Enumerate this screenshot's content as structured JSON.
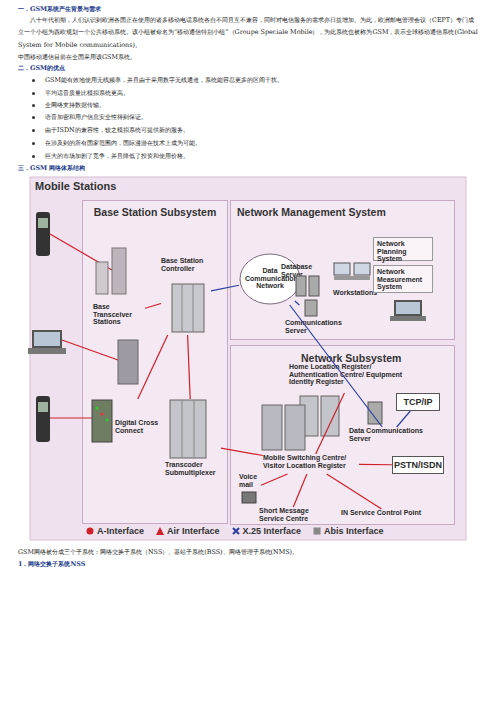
{
  "diagram": {
    "nodes": [
      {
        "text": [
          "Base Station Subsystem"
        ]
      },
      {
        "text": [
          "Base Station Controller"
        ],
        "in": 0
      },
      {
        "text": [
          "Base Transceiver Stations"
        ],
        "in": 0
      },
      {
        "text": [
          "Digital Cross Connect"
        ],
        "in": 0
      },
      {
        "text": [
          "Transcoder Submultiplexer"
        ],
        "in": 0
      },
      {
        "text": [
          "Network Management System"
        ]
      },
      {
        "text": [
          "Data Communication Network"
        ],
        "in": 5
      },
      {
        "text": [
          "Database Server"
        ],
        "in": 5
      },
      {
        "text": [
          "Workstations"
        ],
        "in": 5
      },
      {
        "text": [
          "Communications Server"
        ],
        "in": 5
      },
      {
        "text": [
          "Network Planning System"
        ],
        "in": 5
      },
      {
        "text": [
          "Network Measurement System"
        ],
        "in": 5
      },
      {
        "text": [
          "Network Subsystem"
        ]
      },
      {
        "text": [
          "Home Location Register/ Authentication Centre/ Equipment Identity Register"
        ],
        "in": 12
      },
      {
        "text": [
          "TCP/IP"
        ],
        "in": 12
      },
      {
        "text": [
          "Data Communications Server"
        ],
        "in": 12
      },
      {
        "text": [
          "PSTN/ISDN"
        ],
        "in": 12
      },
      {
        "text": [
          "Mobile Switching Centre/ Visitor Location Register"
        ],
        "in": 12
      },
      {
        "text": [
          "Voice mail"
        ],
        "in": 12
      },
      {
        "text": [
          "Short Message Service Centre"
        ],
        "in": 12
      },
      {
        "text": [
          "IN Service Control Point"
        ],
        "in": 12
      }
    ],
    "edges": [
      {
        "from": 2,
        "to": 1,
        "arrow": "none"
      },
      {
        "from": 1,
        "to": 4,
        "arrow": "none"
      },
      {
        "from": 4,
        "to": 17,
        "arrow": "none"
      },
      {
        "from": 3,
        "to": 1,
        "arrow": "none"
      },
      {
        "from": 1,
        "to": 6,
        "arrow": "none"
      },
      {
        "from": 6,
        "to": 9,
        "arrow": "none"
      },
      {
        "from": 17,
        "to": 13,
        "arrow": "none"
      },
      {
        "from": 17,
        "to": 16,
        "arrow": "none"
      },
      {
        "from": 15,
        "to": 14,
        "arrow": "none"
      },
      {
        "from": 17,
        "to": 18,
        "arrow": "none"
      },
      {
        "from": 17,
        "to": 19,
        "arrow": "none"
      },
      {
        "from": 17,
        "to": 20,
        "arrow": "none"
      },
      {
        "from": 6,
        "to": 15,
        "arrow": "none"
      }
    ],
    "labels": [
      "一．GSM系统产生背景与需求",
      "八十年代初期，人们认识到欧洲各国正在使用的诸多移动电话系统各自不同且互不兼容，同时对电信服务的需求亦日益增加。为此，欧洲邮电管理会议（CEPT）专门成立一个小组为西欧规划一个公共移动系统。该小组被命名为“移动通信特别小组”（Groupe Speciale Mobile），为此系统也被称为GSM，表示全球移动通信系统(Global System for Mobile communications)。",
      "中国移动通信目前在全国采用该GSM系统。",
      "二．GSM的优点",
      "GSM能有效地使用无线频率，并且由于采用数字无线通道，系统能容忍更多的区间干扰。",
      "平均话音质量比模拟系统更高。",
      "全网络支持数据传输。",
      "语音加密和用户信息安全性得到保证。",
      "由于ISDN的兼容性，较之模拟系统可提供新的服务。",
      "在涉及到的所有国家范围内，国际漫游在技术上成为可能。",
      "巨大的市场加剧了竞争，并且降低了投资和使用价格。",
      "三．GSM 网络体系结构",
      "Mobile Stations",
      "GSM网络被分成三个子系统：网络交换子系统（NSS）、基站子系统(BSS)、网络管理子系统(NMS)。",
      "1．网络交换子系统NSS"
    ],
    "legend": [
      {
        "text": "A-Interface"
      },
      {
        "text": "Air Interface"
      },
      {
        "text": "X.25 Interface"
      },
      {
        "text": "Abis Interface"
      }
    ]
  }
}
